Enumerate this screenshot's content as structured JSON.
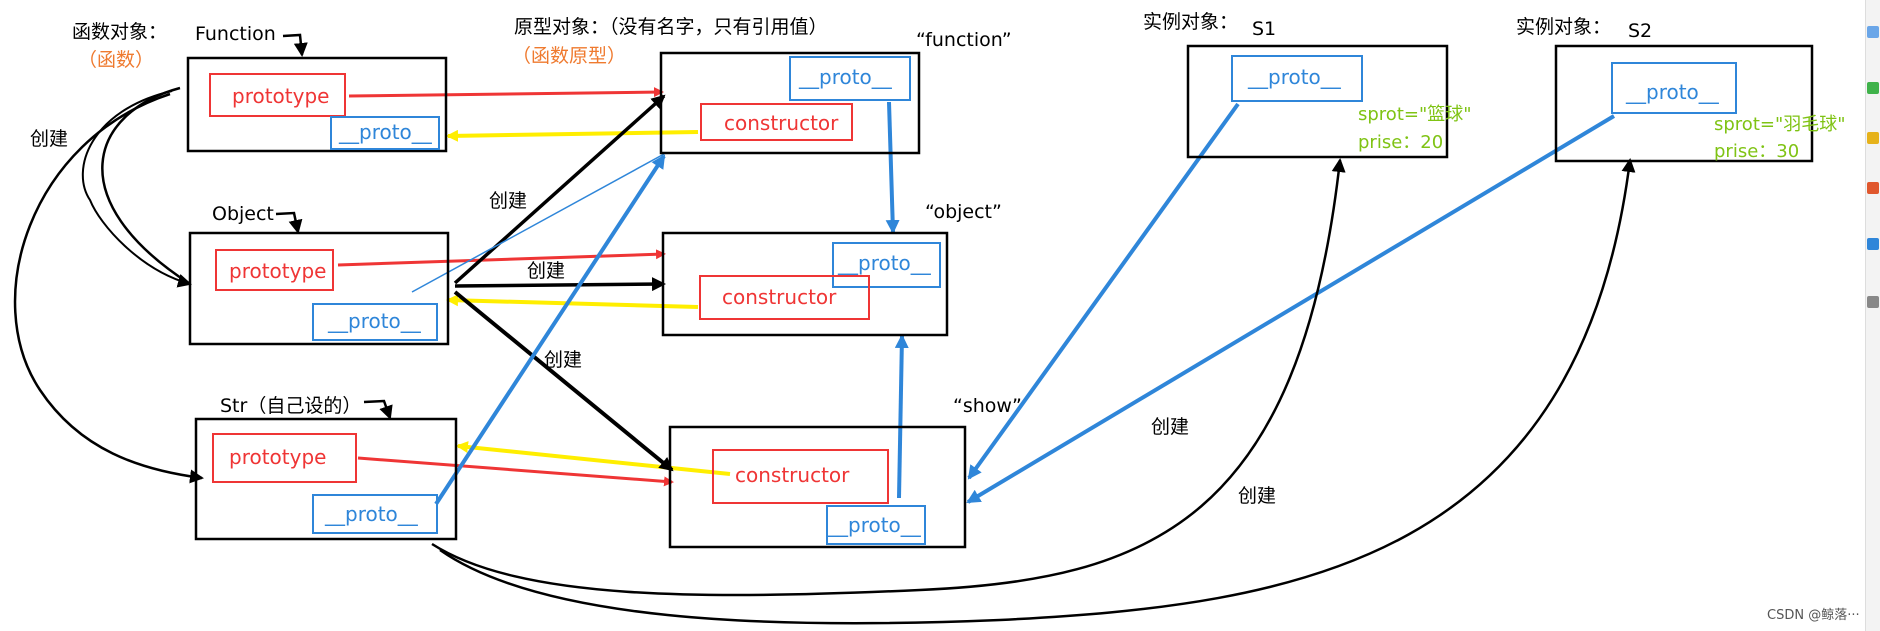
{
  "headers": {
    "func_obj": "函数对象：",
    "func_obj_sub": "（函数）",
    "proto_obj": "原型对象：（没有名字，只有引用值）",
    "proto_obj_sub": "（函数原型）",
    "inst1": "实例对象：",
    "inst2": "实例对象："
  },
  "names": {
    "function_fn": "Function",
    "object_fn": "Object",
    "str_fn": "Str（自己设的）",
    "function_proto": "“function”",
    "object_proto": "“object”",
    "show_proto": "“show”",
    "s1": "S1",
    "s2": "S2"
  },
  "fields": {
    "prototype": "prototype",
    "proto": "__proto__",
    "constructor": "constructor"
  },
  "create_label": "创建",
  "instances": {
    "s1": {
      "sprot": "sprot=\"篮球\"",
      "prise": "prise：20"
    },
    "s2": {
      "sprot": "sprot=\"羽毛球\"",
      "prise": "prise：30"
    }
  },
  "watermark": "CSDN @鲸落···",
  "colors": {
    "red": "#ef3535",
    "blue": "#2f86d9",
    "yellow": "#ffee00",
    "green": "#7fc314",
    "orange": "#ef7a2f"
  }
}
